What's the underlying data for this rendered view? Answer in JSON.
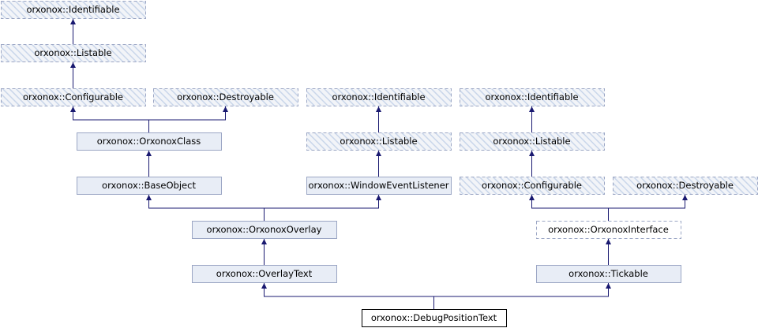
{
  "nodes": [
    {
      "id": "n1",
      "label": "orxonox::Identifiable",
      "style": "external"
    },
    {
      "id": "n2",
      "label": "orxonox::Listable",
      "style": "external"
    },
    {
      "id": "n3",
      "label": "orxonox::Configurable",
      "style": "external"
    },
    {
      "id": "n4",
      "label": "orxonox::Destroyable",
      "style": "external"
    },
    {
      "id": "n5",
      "label": "orxonox::OrxonoxClass",
      "style": "class"
    },
    {
      "id": "n6",
      "label": "orxonox::BaseObject",
      "style": "class"
    },
    {
      "id": "n7",
      "label": "orxonox::Identifiable",
      "style": "external"
    },
    {
      "id": "n8",
      "label": "orxonox::Listable",
      "style": "external"
    },
    {
      "id": "n9",
      "label": "orxonox::WindowEventListener",
      "style": "class"
    },
    {
      "id": "n10",
      "label": "orxonox::Identifiable",
      "style": "external"
    },
    {
      "id": "n11",
      "label": "orxonox::Listable",
      "style": "external"
    },
    {
      "id": "n12",
      "label": "orxonox::Configurable",
      "style": "external"
    },
    {
      "id": "n13",
      "label": "orxonox::Destroyable",
      "style": "external"
    },
    {
      "id": "n14",
      "label": "orxonox::OrxonoxInterface",
      "style": "external-outline"
    },
    {
      "id": "n15",
      "label": "orxonox::OrxonoxOverlay",
      "style": "class"
    },
    {
      "id": "n16",
      "label": "orxonox::OverlayText",
      "style": "class"
    },
    {
      "id": "n17",
      "label": "orxonox::Tickable",
      "style": "class"
    },
    {
      "id": "n18",
      "label": "orxonox::DebugPositionText",
      "style": "current"
    }
  ],
  "edges": [
    {
      "child": "n2",
      "parents": [
        "n1"
      ]
    },
    {
      "child": "n3",
      "parents": [
        "n2"
      ]
    },
    {
      "child": "n5",
      "parents": [
        "n3",
        "n4"
      ]
    },
    {
      "child": "n6",
      "parents": [
        "n5"
      ]
    },
    {
      "child": "n8",
      "parents": [
        "n7"
      ]
    },
    {
      "child": "n9",
      "parents": [
        "n8"
      ]
    },
    {
      "child": "n15",
      "parents": [
        "n6",
        "n9"
      ]
    },
    {
      "child": "n16",
      "parents": [
        "n15"
      ]
    },
    {
      "child": "n11",
      "parents": [
        "n10"
      ]
    },
    {
      "child": "n12",
      "parents": [
        "n11"
      ]
    },
    {
      "child": "n14",
      "parents": [
        "n12",
        "n13"
      ]
    },
    {
      "child": "n17",
      "parents": [
        "n14"
      ]
    },
    {
      "child": "n18",
      "parents": [
        "n16",
        "n17"
      ]
    }
  ],
  "colors": {
    "edge": "#191970",
    "class_fill": "#e8edf6",
    "class_stroke": "#9ba6c4",
    "external_fill": "#f0f0f0",
    "external_hatch": "#c9d6ea",
    "external_stroke": "#9ba6c4",
    "current_fill": "#ffffff",
    "current_stroke": "#000000"
  }
}
